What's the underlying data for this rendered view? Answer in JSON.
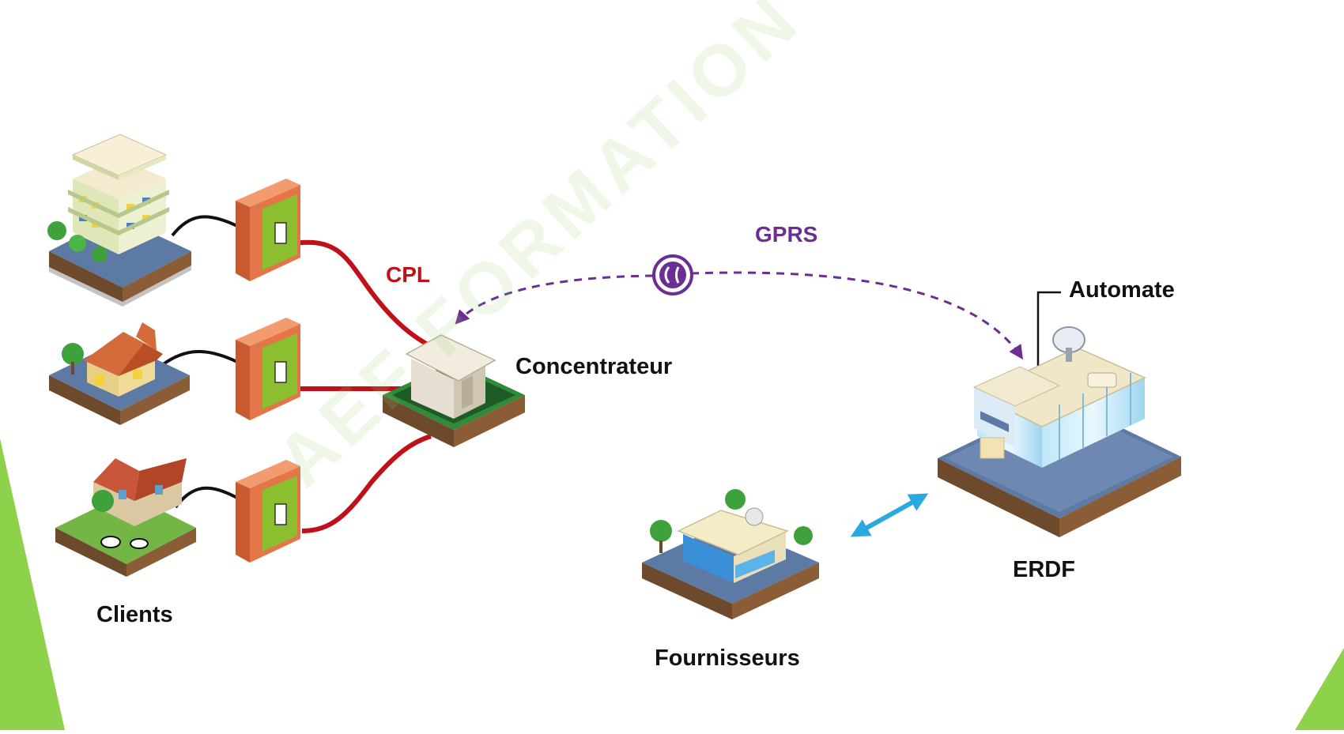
{
  "labels": {
    "cpl": "CPL",
    "gprs": "GPRS",
    "automate": "Automate",
    "concentrateur": "Concentrateur",
    "clients": "Clients",
    "erdf": "ERDF",
    "fournisseurs": "Fournisseurs"
  },
  "watermark": "AEF FORMATION OUEST",
  "colors": {
    "cpl": "#c0101a",
    "gprs": "#6b2f93",
    "arrow": "#2aa9e0",
    "accent_green": "#8ed14a",
    "meter_green": "#8bbf2f",
    "meter_orange": "#e47547"
  },
  "icons": [
    "apartment-building-icon",
    "house-icon",
    "farm-house-icon",
    "electric-meter-icon",
    "concentrator-icon",
    "antenna-icon",
    "supplier-building-icon",
    "erdf-building-icon"
  ]
}
